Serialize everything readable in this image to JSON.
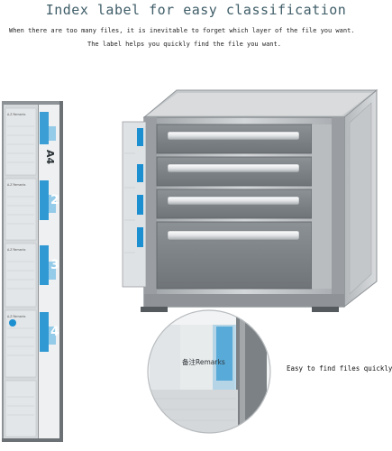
{
  "header": {
    "title": "Index label for easy classification",
    "line1": "When there are too many files, it is inevitable to forget which layer of the file you want.",
    "line2": "The label helps you quickly find the file you want."
  },
  "strip": {
    "label_tags": [
      "A-Z Remarks",
      "A-Z Remarks",
      "A-Z Remarks",
      "A-Z Remarks"
    ],
    "numbers": [
      "2",
      "3",
      "4"
    ],
    "a4_mark": "A4"
  },
  "zoom": {
    "tag_text": "备注Remarks",
    "caption": "Easy to find files quickly"
  },
  "colors": {
    "accent_blue": "#1b8fd0",
    "frame_gray": "#7c8185",
    "panel_silver": "#c9ccce",
    "title_color": "#3f5d68"
  }
}
